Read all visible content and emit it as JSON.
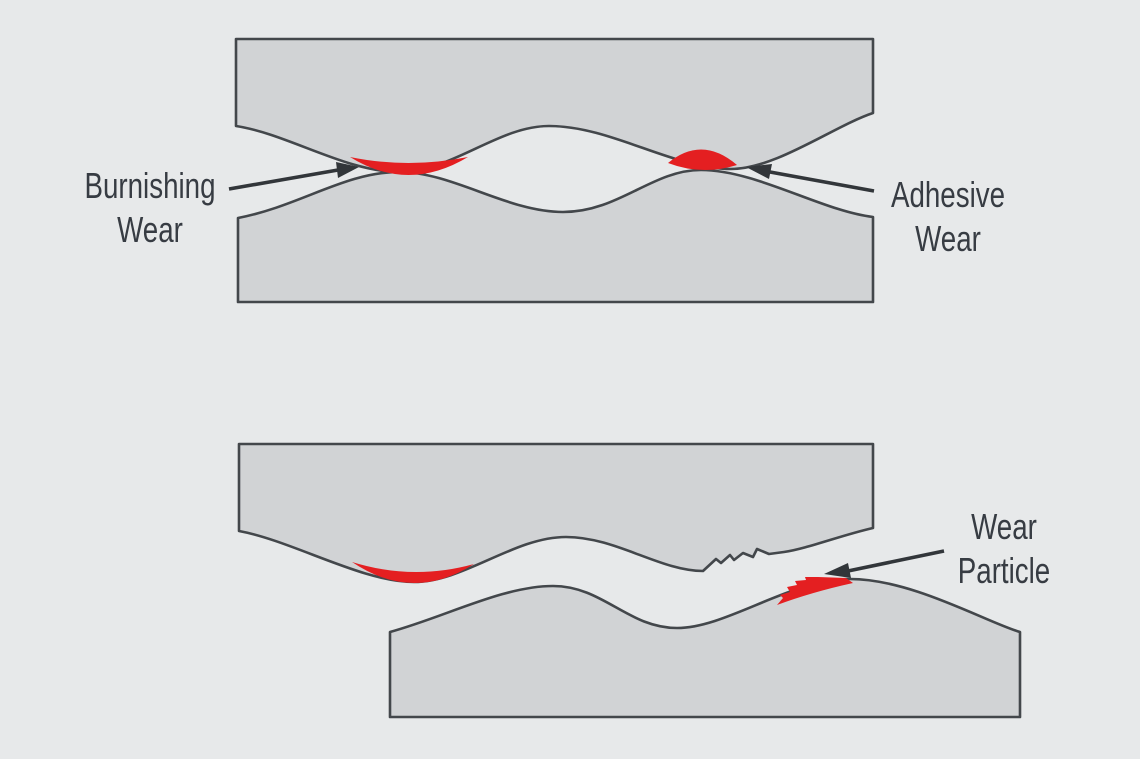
{
  "colors": {
    "bg": "#e7e9ea",
    "block": "#d1d3d5",
    "line": "#43474b",
    "red": "#e41f21",
    "arrow": "#32363a",
    "text": "#373c43"
  },
  "labels": {
    "burnishing": {
      "line1": "Burnishing",
      "line2": "Wear"
    },
    "adhesive": {
      "line1": "Adhesive",
      "line2": "Wear"
    },
    "wear_particle": {
      "line1": "Wear",
      "line2": "Particle"
    }
  },
  "icons": {
    "burnishing_arrow": "arrow-pointing-up-right-to-burnishing-wear-region",
    "adhesive_arrow": "arrow-pointing-up-left-to-adhesive-wear-region",
    "wear_particle_arrow": "arrow-pointing-down-left-to-wear-particle"
  }
}
